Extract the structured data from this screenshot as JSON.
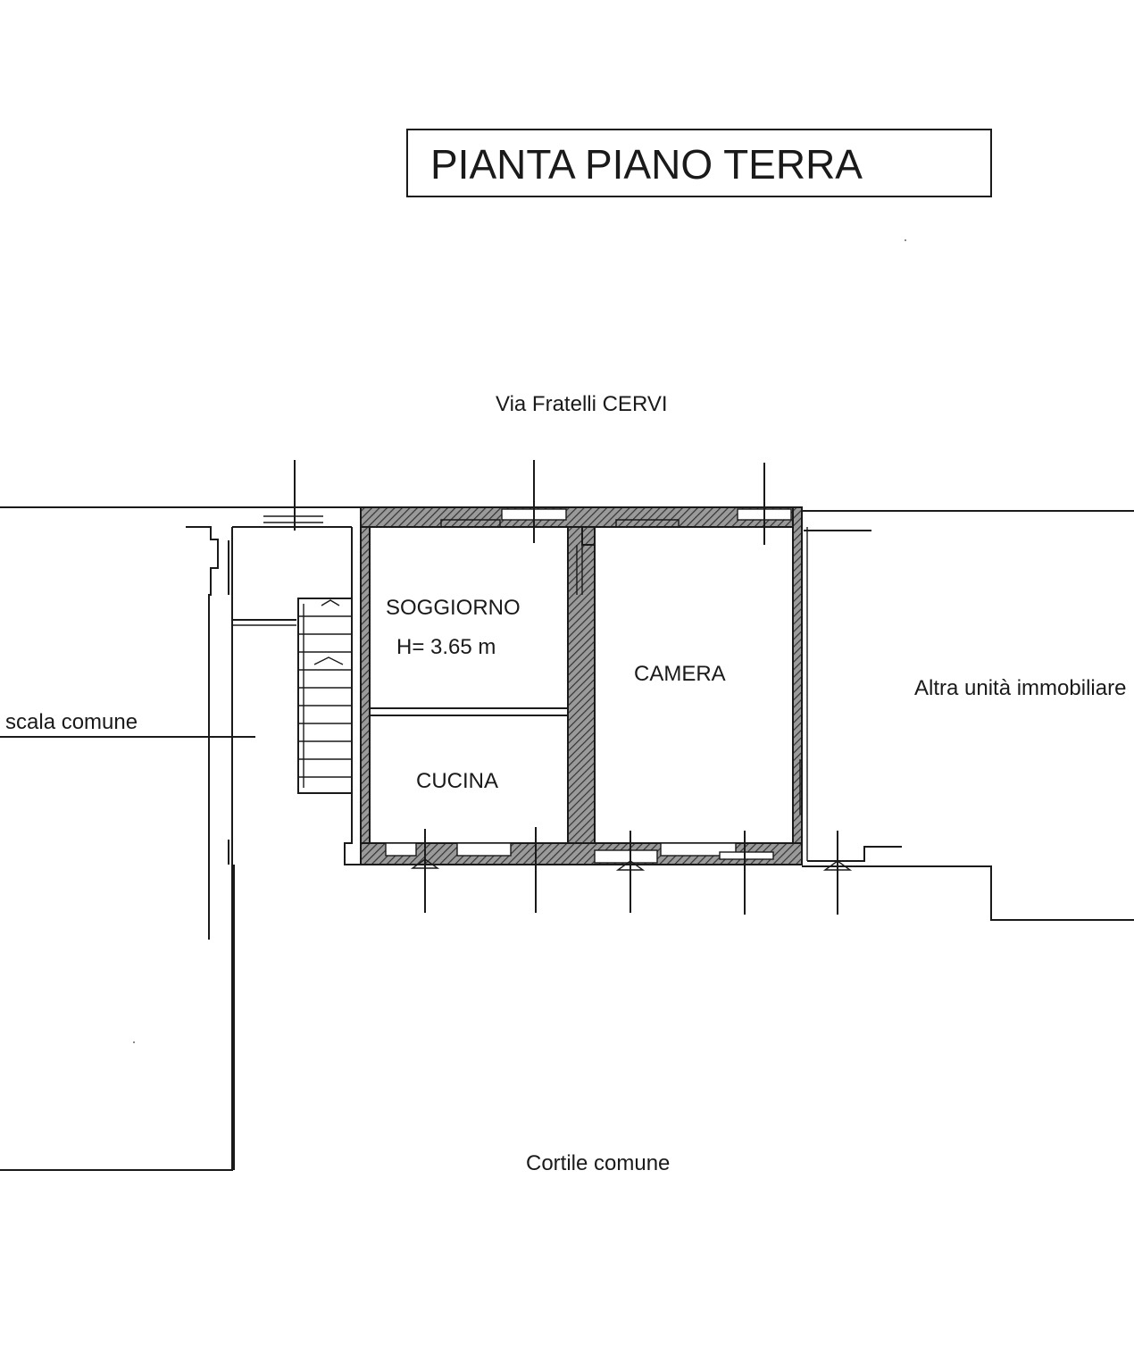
{
  "title": "PIANTA PIANO TERRA",
  "labels": {
    "street": "Via Fratelli CERVI",
    "soggiorno": "SOGGIORNO",
    "height": "H= 3.65 m",
    "camera": "CAMERA",
    "cucina": "CUCINA",
    "scala": "a scala comune",
    "altra": "Altra unità immobiliare",
    "cortile": "Cortile comune"
  },
  "colors": {
    "ink": "#1a1a1a",
    "hatch": "#555555",
    "paper": "#ffffff"
  }
}
